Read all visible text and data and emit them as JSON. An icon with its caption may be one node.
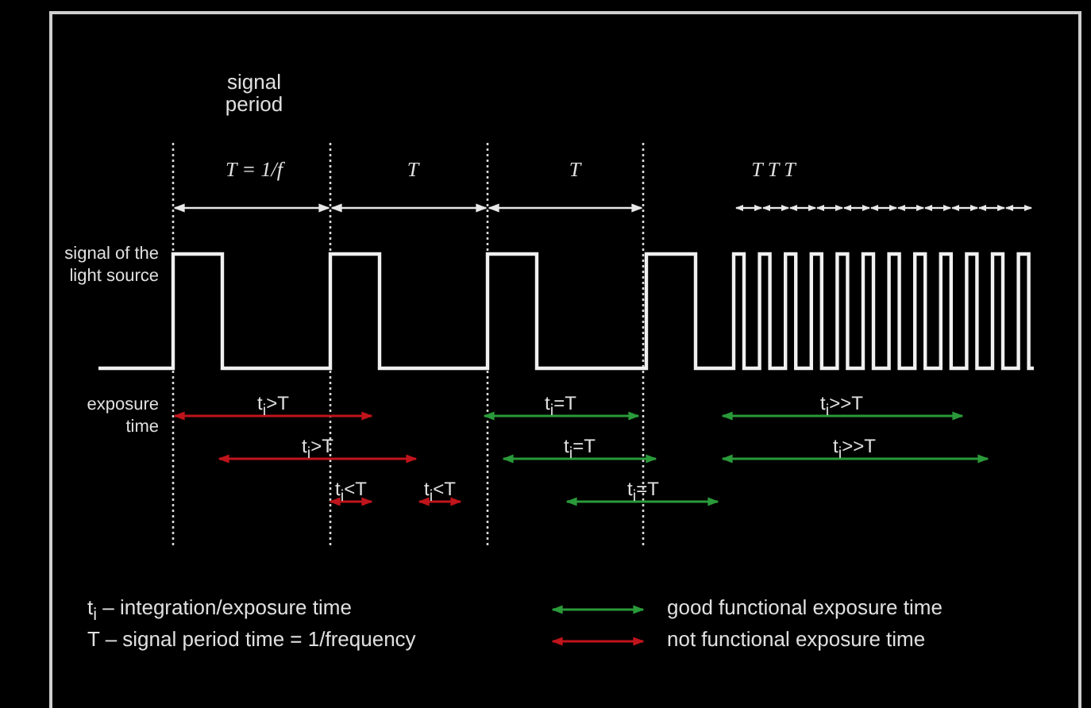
{
  "diagram": {
    "labels": [
      "signal period",
      "T = 1/f",
      "T",
      "T",
      "T T T",
      "signal of the light source",
      "exposure time",
      "t$_{i}$>T",
      "t$_{i}$=T",
      "t$_{i}$>>T",
      "t$_{i}$>T",
      "t$_{i}$=T",
      "t$_{i}$>>T",
      "t$_{i}$<T",
      "t$_{i}$<T",
      "t$_{i}$=T",
      "t$_{i}$ – integration/exposure time",
      "T – signal period time = 1/frequency"
    ],
    "legend": [
      {
        "text": "good functional exposure time"
      },
      {
        "text": "not functional exposure time"
      }
    ]
  }
}
